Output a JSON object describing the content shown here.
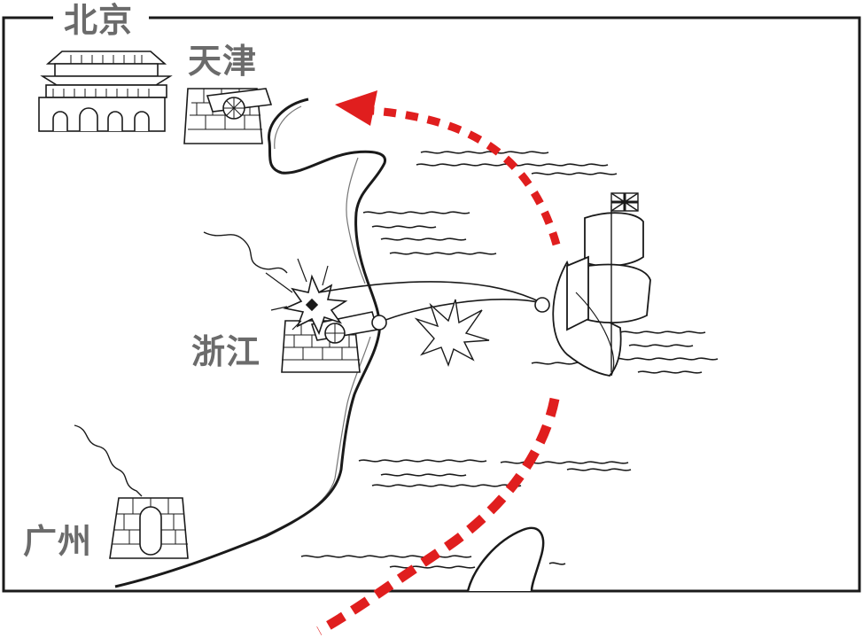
{
  "places": {
    "beijing": "北京",
    "tianjin": "天津",
    "zhejiang": "浙江",
    "guangzhou": "广州"
  },
  "colors": {
    "route": "#e01e1e",
    "ink": "#1a1a1a",
    "label": "#6b6b6b"
  },
  "icons": [
    "gate-tower-icon",
    "cannon-fort-icon",
    "warship-icon",
    "explosion-icon",
    "smoke-icon",
    "british-flag-icon"
  ]
}
